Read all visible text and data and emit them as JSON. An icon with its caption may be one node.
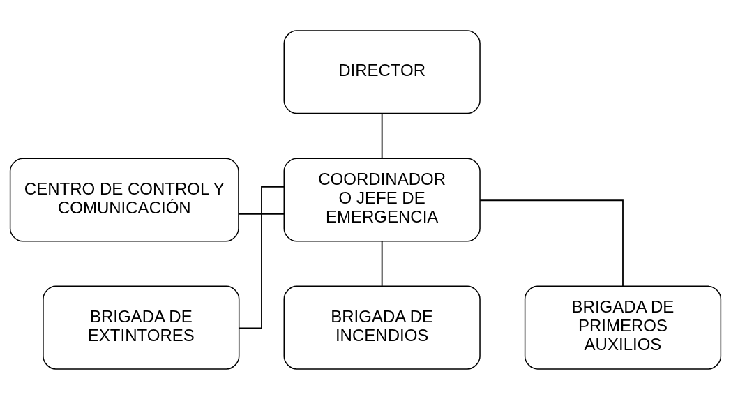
{
  "diagram": {
    "nodes": [
      {
        "text": [
          "DIRECTOR"
        ]
      },
      {
        "text": [
          "CENTRO DE CONTROL Y COMUNICACIÓN"
        ]
      },
      {
        "text": [
          "COORDINADOR O JEFE DE EMERGENCIA"
        ]
      },
      {
        "text": [
          "BRIGADA DE EXTINTORES"
        ]
      },
      {
        "text": [
          "BRIGADA DE INCENDIOS"
        ]
      },
      {
        "text": [
          "BRIGADA DE PRIMEROS AUXILIOS"
        ]
      }
    ],
    "edges": [
      {
        "from": 0,
        "to": 2,
        "arrow": "none"
      },
      {
        "from": 1,
        "to": 2,
        "arrow": "none"
      },
      {
        "from": 2,
        "to": 3,
        "arrow": "none"
      },
      {
        "from": 2,
        "to": 4,
        "arrow": "none"
      },
      {
        "from": 2,
        "to": 5,
        "arrow": "none"
      }
    ]
  }
}
